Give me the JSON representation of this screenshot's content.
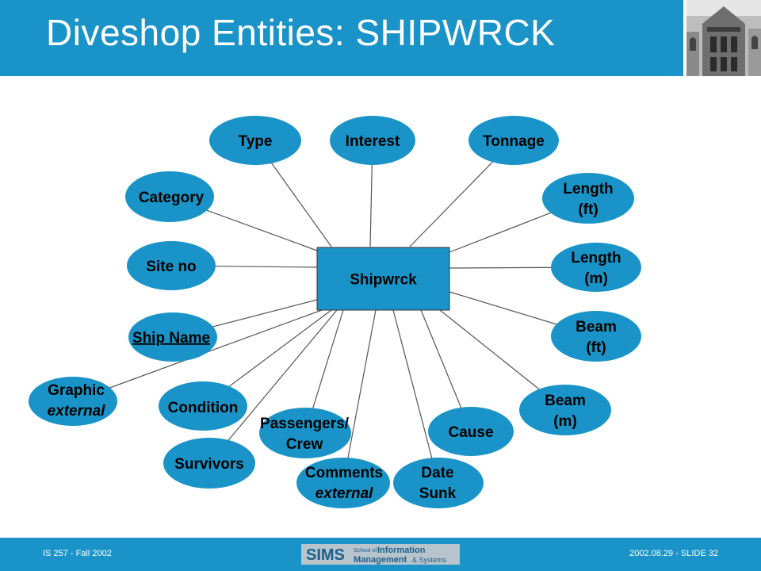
{
  "slide": {
    "title": "Diveshop Entities: SHIPWRCK",
    "footer_left": "IS 257 - Fall 2002",
    "footer_right": "2002.08.29 - SLIDE 32",
    "logo": {
      "sims": "SIMS",
      "line1_prefix": "School of",
      "line1": "Information",
      "line2": "Management",
      "line2_suffix": "& Systems"
    }
  },
  "colors": {
    "header": "#1a94c8",
    "ellipse_fill": "#1a94c8",
    "entity_fill": "#1a94c8",
    "line": "#555555",
    "text": "#000000"
  },
  "diagram": {
    "entity": "Shipwrck",
    "attributes": [
      {
        "id": "type",
        "lines": [
          "Type"
        ]
      },
      {
        "id": "interest",
        "lines": [
          "Interest"
        ]
      },
      {
        "id": "tonnage",
        "lines": [
          "Tonnage"
        ]
      },
      {
        "id": "category",
        "lines": [
          "Category"
        ]
      },
      {
        "id": "length-ft",
        "lines": [
          "Length",
          "(ft)"
        ]
      },
      {
        "id": "site-no",
        "lines": [
          "Site no"
        ]
      },
      {
        "id": "length-m",
        "lines": [
          "Length",
          "(m)"
        ]
      },
      {
        "id": "ship-name",
        "lines": [
          "Ship Name"
        ],
        "underline": true
      },
      {
        "id": "beam-ft",
        "lines": [
          "Beam",
          "(ft)"
        ]
      },
      {
        "id": "graphic",
        "lines": [
          "Graphic",
          "external"
        ],
        "italic_second": true
      },
      {
        "id": "condition",
        "lines": [
          "Condition"
        ]
      },
      {
        "id": "beam-m",
        "lines": [
          "Beam",
          "(m)"
        ]
      },
      {
        "id": "passengers-crew",
        "lines": [
          "Passengers/",
          "Crew"
        ]
      },
      {
        "id": "cause",
        "lines": [
          "Cause"
        ]
      },
      {
        "id": "survivors",
        "lines": [
          "Survivors"
        ]
      },
      {
        "id": "comments",
        "lines": [
          "Comments",
          "external"
        ],
        "italic_second": true
      },
      {
        "id": "date-sunk",
        "lines": [
          "Date",
          "Sunk"
        ]
      }
    ]
  }
}
